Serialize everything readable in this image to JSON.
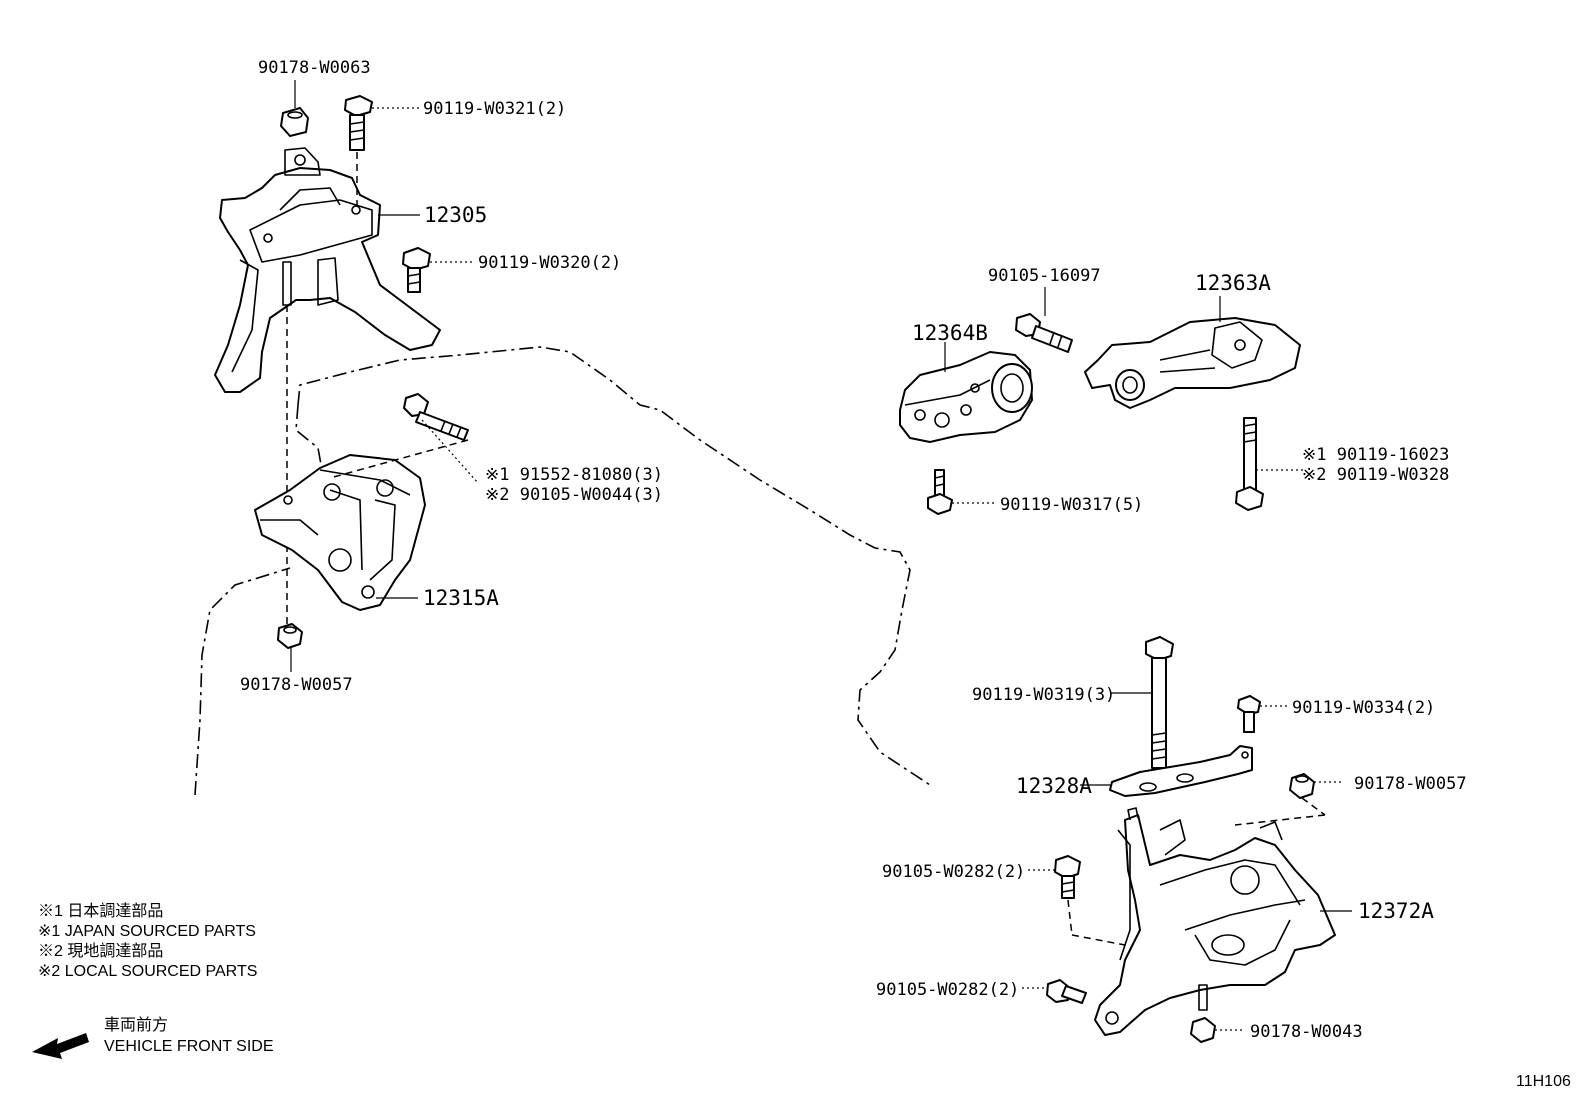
{
  "labels": {
    "p_90178_W0063": "90178-W0063",
    "p_90119_W0321": "90119-W0321(2)",
    "p_12305": "12305",
    "p_90119_W0320": "90119-W0320(2)",
    "p_91552_81080": "※1 91552-81080(3)",
    "p_90105_W0044": "※2 90105-W0044(3)",
    "p_12315A": "12315A",
    "p_90178_W0057_left": "90178-W0057",
    "p_90105_16097": "90105-16097",
    "p_12363A": "12363A",
    "p_12364B": "12364B",
    "p_90119_16023": "※1 90119-16023",
    "p_90119_W0328": "※2 90119-W0328",
    "p_90119_W0317": "90119-W0317(5)",
    "p_90119_W0319": "90119-W0319(3)",
    "p_90119_W0334": "90119-W0334(2)",
    "p_12328A": "12328A",
    "p_90178_W0057_right": "90178-W0057",
    "p_90105_W0282_a": "90105-W0282(2)",
    "p_12372A": "12372A",
    "p_90105_W0282_b": "90105-W0282(2)",
    "p_90178_W0043": "90178-W0043"
  },
  "notes": {
    "n1": "※1 日本調達部品",
    "n2": "※1 JAPAN SOURCED PARTS",
    "n3": "※2 現地調達部品",
    "n4": "※2 LOCAL SOURCED PARTS"
  },
  "front": {
    "jp": "車両前方",
    "en": "VEHICLE FRONT SIDE"
  },
  "diagram_code": "11H106"
}
